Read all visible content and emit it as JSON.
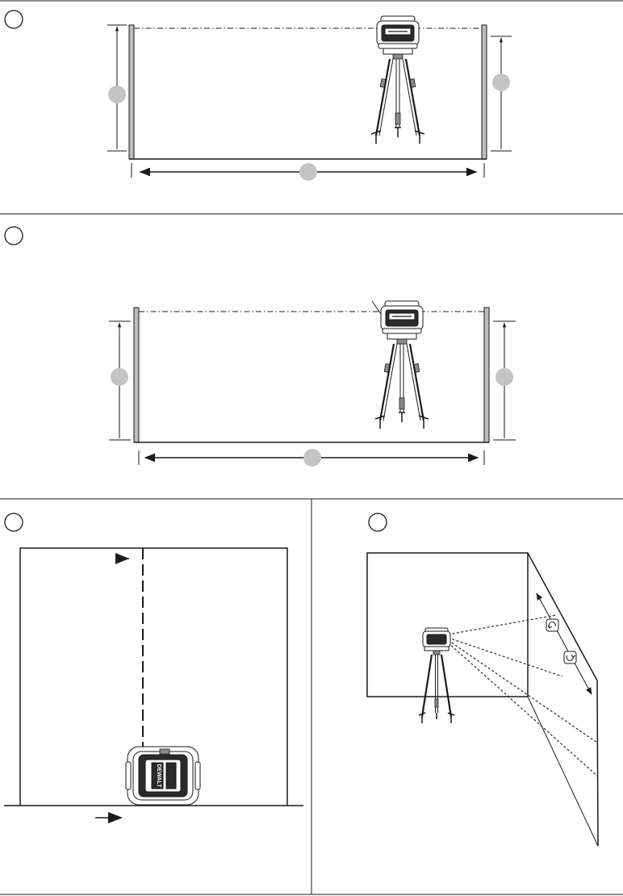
{
  "figure": {
    "panels": [
      {
        "id": "panel-1",
        "callouts": 3
      },
      {
        "id": "panel-2",
        "callouts": 3
      },
      {
        "id": "panel-3",
        "callouts": 0
      },
      {
        "id": "panel-4",
        "callouts": 0
      }
    ],
    "device_brand": "DEWALT",
    "colors": {
      "line": "#1a1a1a",
      "wall_fill": "#bdbdbd",
      "callout_fill": "#c4c4c4",
      "background": "#ffffff"
    },
    "icons": [
      "rotate-clockwise-icon",
      "rotate-counterclockwise-icon"
    ]
  }
}
